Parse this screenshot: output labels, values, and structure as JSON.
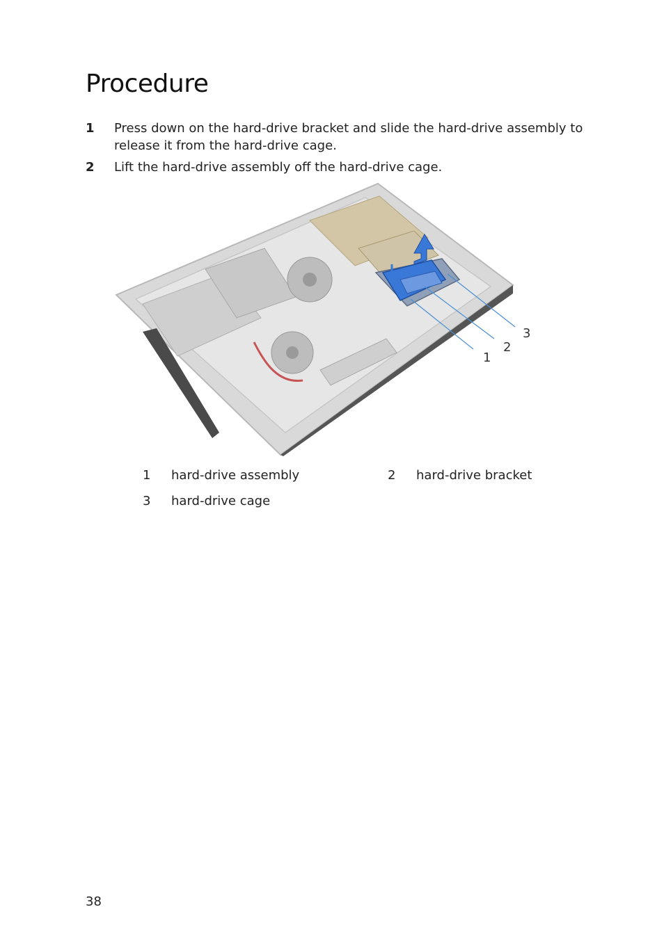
{
  "page": {
    "title": "Procedure",
    "steps": [
      {
        "number": "1",
        "text": "Press down on the hard-drive bracket and slide the hard-drive assembly to release it from the hard-drive cage."
      },
      {
        "number": "2",
        "text": "Lift the hard-drive assembly off the hard-drive cage."
      }
    ],
    "callouts": [
      "1",
      "2",
      "3"
    ],
    "legend": [
      {
        "number": "1",
        "label": "hard-drive assembly"
      },
      {
        "number": "2",
        "label": "hard-drive bracket"
      },
      {
        "number": "3",
        "label": "hard-drive cage"
      }
    ],
    "page_number": "38"
  },
  "colors": {
    "accent_blue": "#3a78d8",
    "callout_line": "#4a8fd6"
  }
}
